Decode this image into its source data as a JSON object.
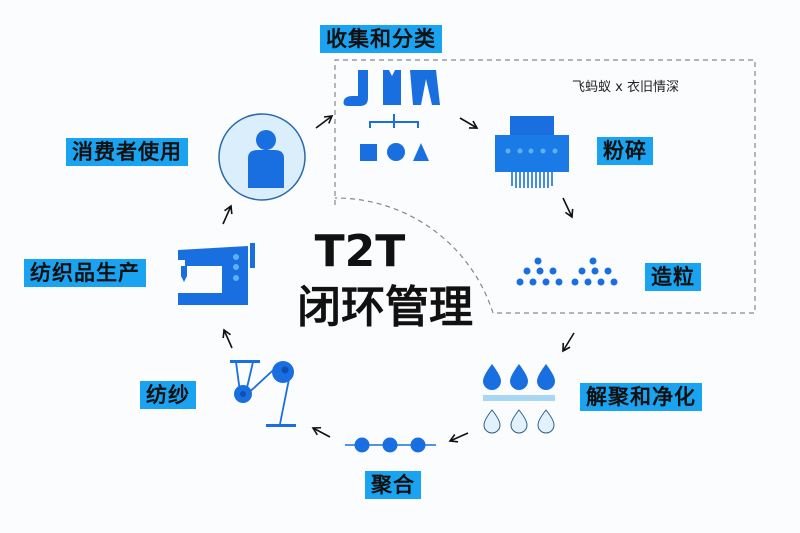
{
  "title": {
    "line1": "T2T",
    "line2": "闭环管理"
  },
  "brand": "飞蚂蚁 x 衣旧情深",
  "steps": {
    "collect": "收集和分类",
    "shred": "粉碎",
    "pelletize": "造粒",
    "depolymerize": "解聚和净化",
    "polymerize": "聚合",
    "spin": "纺纱",
    "produce": "纺织品生产",
    "consume": "消费者使用"
  },
  "colors": {
    "label_bg": "#1aa3f0",
    "icon_blue": "#1a6fe0",
    "light_blue": "#d6ecfb"
  }
}
